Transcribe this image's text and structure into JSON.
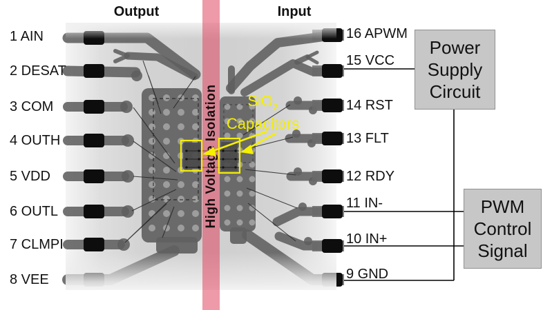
{
  "header": {
    "output_label": "Output",
    "input_label": "Input"
  },
  "left_pins": [
    {
      "label": "1 AIN"
    },
    {
      "label": "2 DESAT"
    },
    {
      "label": "3 COM"
    },
    {
      "label": "4 OUTH"
    },
    {
      "label": "5 VDD"
    },
    {
      "label": "6 OUTL"
    },
    {
      "label": "7 CLMPI"
    },
    {
      "label": "8 VEE"
    }
  ],
  "right_pins": [
    {
      "label": "16 APWM"
    },
    {
      "label": "15 VCC"
    },
    {
      "label": "14 RST"
    },
    {
      "label": "13 FLT"
    },
    {
      "label": "12 RDY"
    },
    {
      "label": "11 IN-"
    },
    {
      "label": "10 IN+"
    },
    {
      "label": "9 GND"
    }
  ],
  "isolation": {
    "label": "High Voltage Isolation",
    "band_color": "#e04761"
  },
  "capacitors_callout": {
    "prefix": "SiO",
    "subscript": "2",
    "line2": "Capacitors",
    "color": "#f5ef00"
  },
  "external_boxes": {
    "power_supply": {
      "line1": "Power",
      "line2": "Supply",
      "line3": "Circuit",
      "fill": "#c7c7c7"
    },
    "pwm": {
      "line1": "PWM",
      "line2": "Control",
      "line3": "Signal",
      "fill": "#c7c7c7"
    }
  }
}
